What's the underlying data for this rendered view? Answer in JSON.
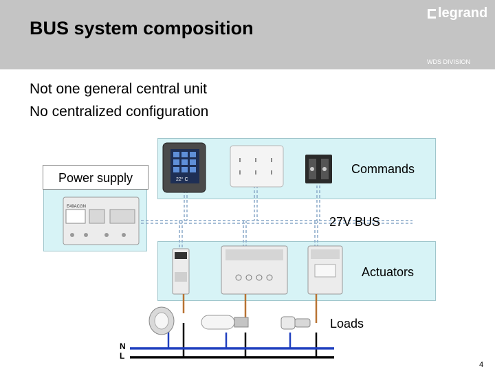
{
  "header": {
    "title": "BUS system composition",
    "brand": "legrand",
    "division": "WDS DIVISION"
  },
  "body": {
    "line1": "Not one general central unit",
    "line2": "No centralized configuration"
  },
  "diagram": {
    "power_supply_label": "Power supply",
    "commands_label": "Commands",
    "bus_label": "27V BUS",
    "actuators_label": "Actuators",
    "loads_label": "Loads",
    "neutral_label": "N",
    "live_label": "L",
    "touchscreen_temp": "22° C",
    "psu_brand": "E49ACGN"
  },
  "colors": {
    "header_bg": "#c4c4c4",
    "panel_bg": "#d7f3f6",
    "neutral_wire": "#1f3fbf",
    "live_wire": "#000000",
    "load_wire": "#b87333"
  },
  "footer": {
    "page_number": "4"
  }
}
